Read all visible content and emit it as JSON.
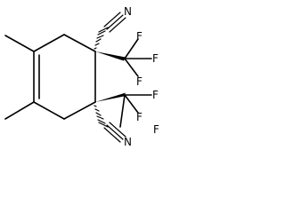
{
  "molecule": {
    "atoms": {
      "n_top": "N",
      "n_bottom": "N",
      "f_top_right": "F",
      "f_top_mid": "F",
      "f_top_low": "F",
      "f_bot_right": "F",
      "f_bot_mid": "F",
      "f_bot_low": "F"
    },
    "colors": {
      "line": "#000000",
      "background": "#ffffff"
    }
  }
}
